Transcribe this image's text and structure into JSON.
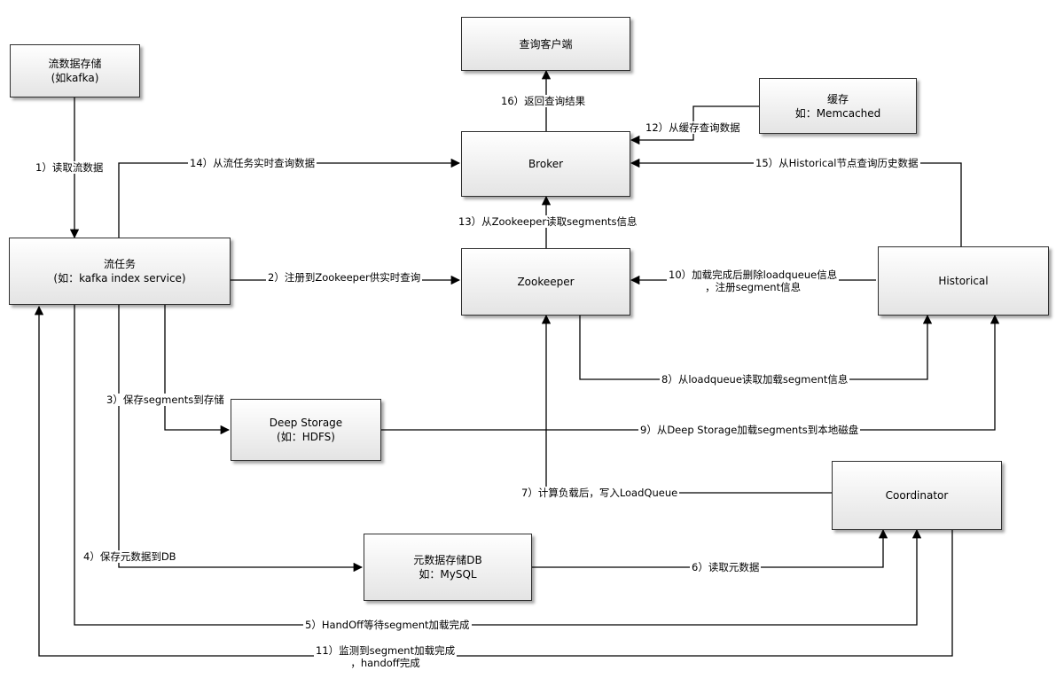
{
  "nodes": {
    "stream_storage": [
      "流数据存储",
      "(如kafka)"
    ],
    "query_client": [
      "查询客户端"
    ],
    "cache": [
      "缓存",
      "如：Memcached"
    ],
    "broker": [
      "Broker"
    ],
    "stream_task": [
      "流任务",
      "(如：kafka index service)"
    ],
    "zookeeper": [
      "Zookeeper"
    ],
    "historical": [
      "Historical"
    ],
    "deep_storage": [
      "Deep Storage",
      "(如：HDFS)"
    ],
    "coordinator": [
      "Coordinator"
    ],
    "metadata_db": [
      "元数据存储DB",
      "如：MySQL"
    ]
  },
  "edges": {
    "e1": [
      "1）读取流数据"
    ],
    "e2": [
      "2）注册到Zookeeper供实时查询"
    ],
    "e3": [
      "3）保存segments到存储"
    ],
    "e4": [
      "4）保存元数据到DB"
    ],
    "e5": [
      "5）HandOff等待segment加载完成"
    ],
    "e6": [
      "6）读取元数据"
    ],
    "e7": [
      "7）计算负载后，写入LoadQueue"
    ],
    "e8": [
      "8）从loadqueue读取加载segment信息"
    ],
    "e9": [
      "9）从Deep Storage加载segments到本地磁盘"
    ],
    "e10": [
      "10）加载完成后删除loadqueue信息",
      "，注册segment信息"
    ],
    "e11": [
      "11）监测到segment加载完成",
      "，handoff完成"
    ],
    "e12": [
      "12）从缓存查询数据"
    ],
    "e13": [
      "13）从Zookeeper读取segments信息"
    ],
    "e14": [
      "14）从流任务实时查询数据"
    ],
    "e15": [
      "15）从Historical节点查询历史数据"
    ],
    "e16": [
      "16）返回查询结果"
    ]
  }
}
